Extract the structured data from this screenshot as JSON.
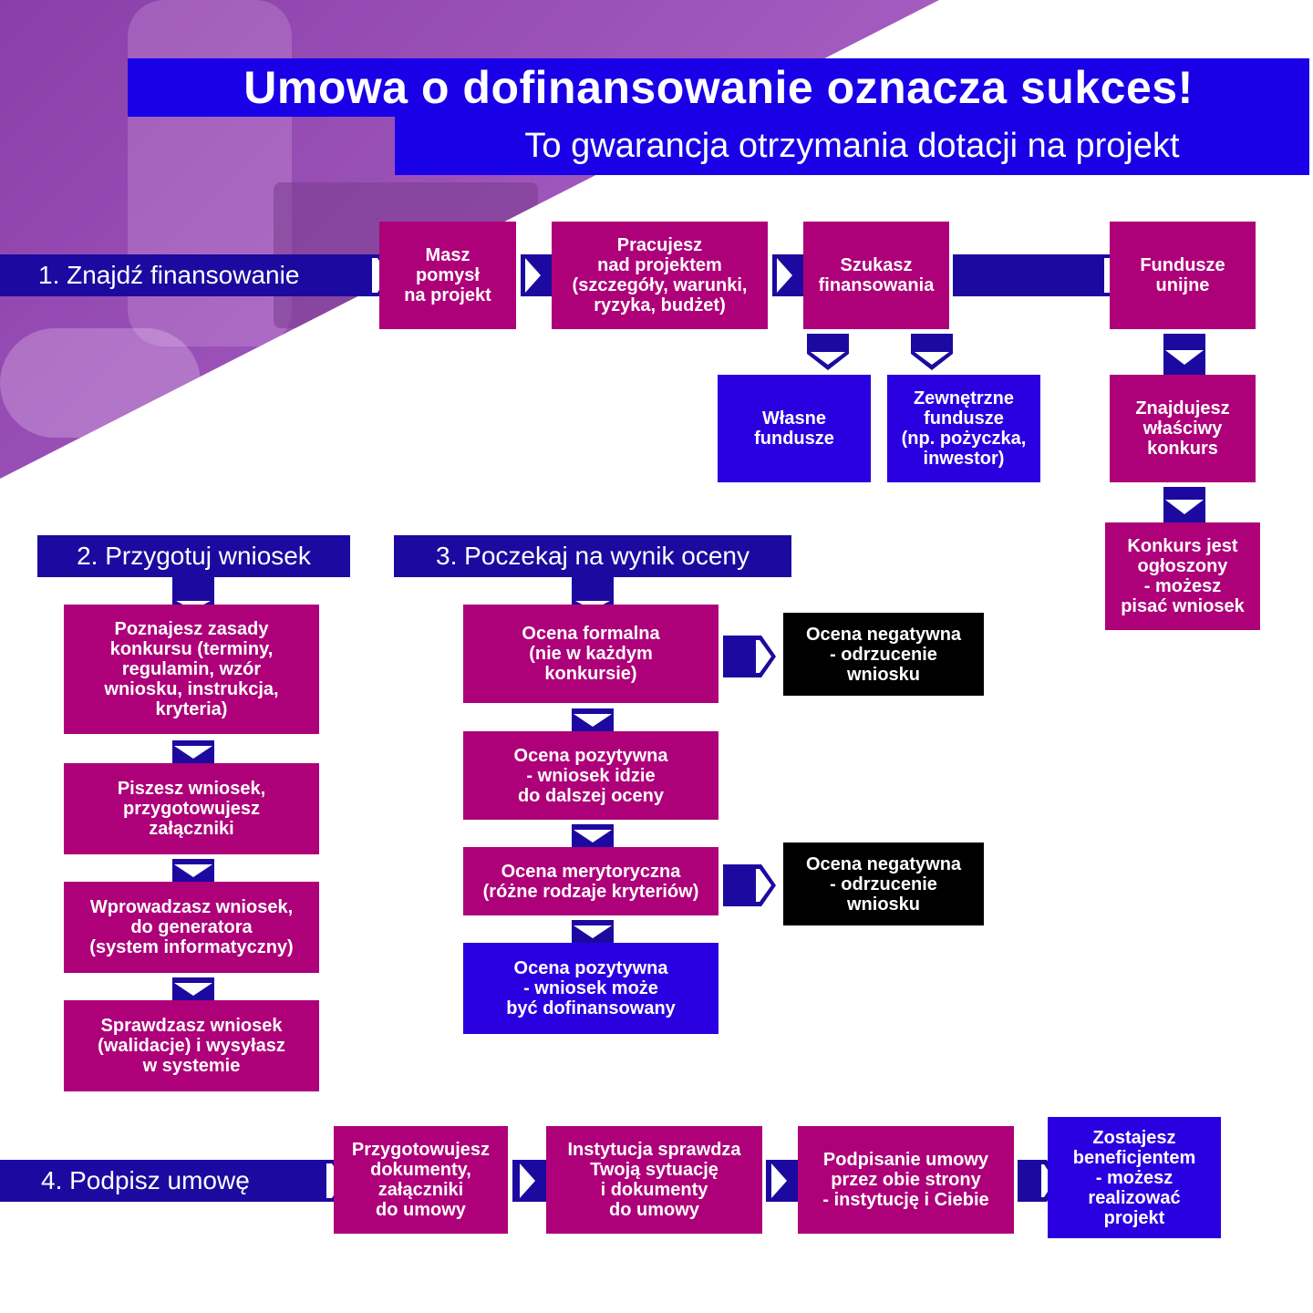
{
  "header": {
    "title": "Umowa o dofinansowanie oznacza sukces!",
    "subtitle": "To gwarancja otrzymania dotacji na projekt"
  },
  "colors": {
    "title_bg": "#1900e6",
    "step_bar": "#1c0aa0",
    "magenta_box": "#ad0079",
    "blue_box": "#2a00e0",
    "negative_box": "#000000",
    "connector": "#1c0aa0"
  },
  "step1": {
    "label": "1. Znajdź finansowanie",
    "boxes": [
      "Masz\npomysł\nna projekt",
      "Pracujesz\nnad projektem\n(szczegóły, warunki,\nryzyka, budżet)",
      "Szukasz\nfinansowania",
      "Fundusze\nunijne"
    ],
    "branches": [
      "Własne\nfundusze",
      "Zewnętrzne\nfundusze\n(np. pożyczka,\ninwestor)"
    ],
    "eu_path": [
      "Znajdujesz\nwłaściwy\nkonkurs",
      "Konkurs jest\nogłoszony\n- możesz\npisać wniosek"
    ]
  },
  "step2": {
    "label": "2. Przygotuj wniosek",
    "boxes": [
      "Poznajesz zasady\nkonkursu (terminy,\nregulamin, wzór\nwniosku, instrukcja,\nkryteria)",
      "Piszesz wniosek,\nprzygotowujesz\nzałączniki",
      "Wprowadzasz wniosek,\ndo generatora\n(system informatyczny)",
      "Sprawdzasz wniosek\n(walidacje) i wysyłasz\nw systemie"
    ]
  },
  "step3": {
    "label": "3. Poczekaj na wynik oceny",
    "boxes": [
      "Ocena formalna\n(nie w każdym\nkonkursie)",
      "Ocena pozytywna\n- wniosek idzie\ndo dalszej oceny",
      "Ocena merytoryczna\n(różne rodzaje kryteriów)",
      "Ocena pozytywna\n- wniosek może\nbyć dofinansowany"
    ],
    "negatives": [
      "Ocena negatywna\n- odrzucenie\nwniosku",
      "Ocena negatywna\n- odrzucenie\nwniosku"
    ]
  },
  "step4": {
    "label": "4. Podpisz umowę",
    "boxes": [
      "Przygotowujesz\ndokumenty,\nzałączniki\ndo umowy",
      "Instytucja sprawdza\nTwoją sytuację\ni dokumenty\ndo umowy",
      "Podpisanie umowy\nprzez obie strony\n- instytucję i Ciebie",
      "Zostajesz\nbeneficjentem\n- możesz\nrealizować\nprojekt"
    ]
  }
}
